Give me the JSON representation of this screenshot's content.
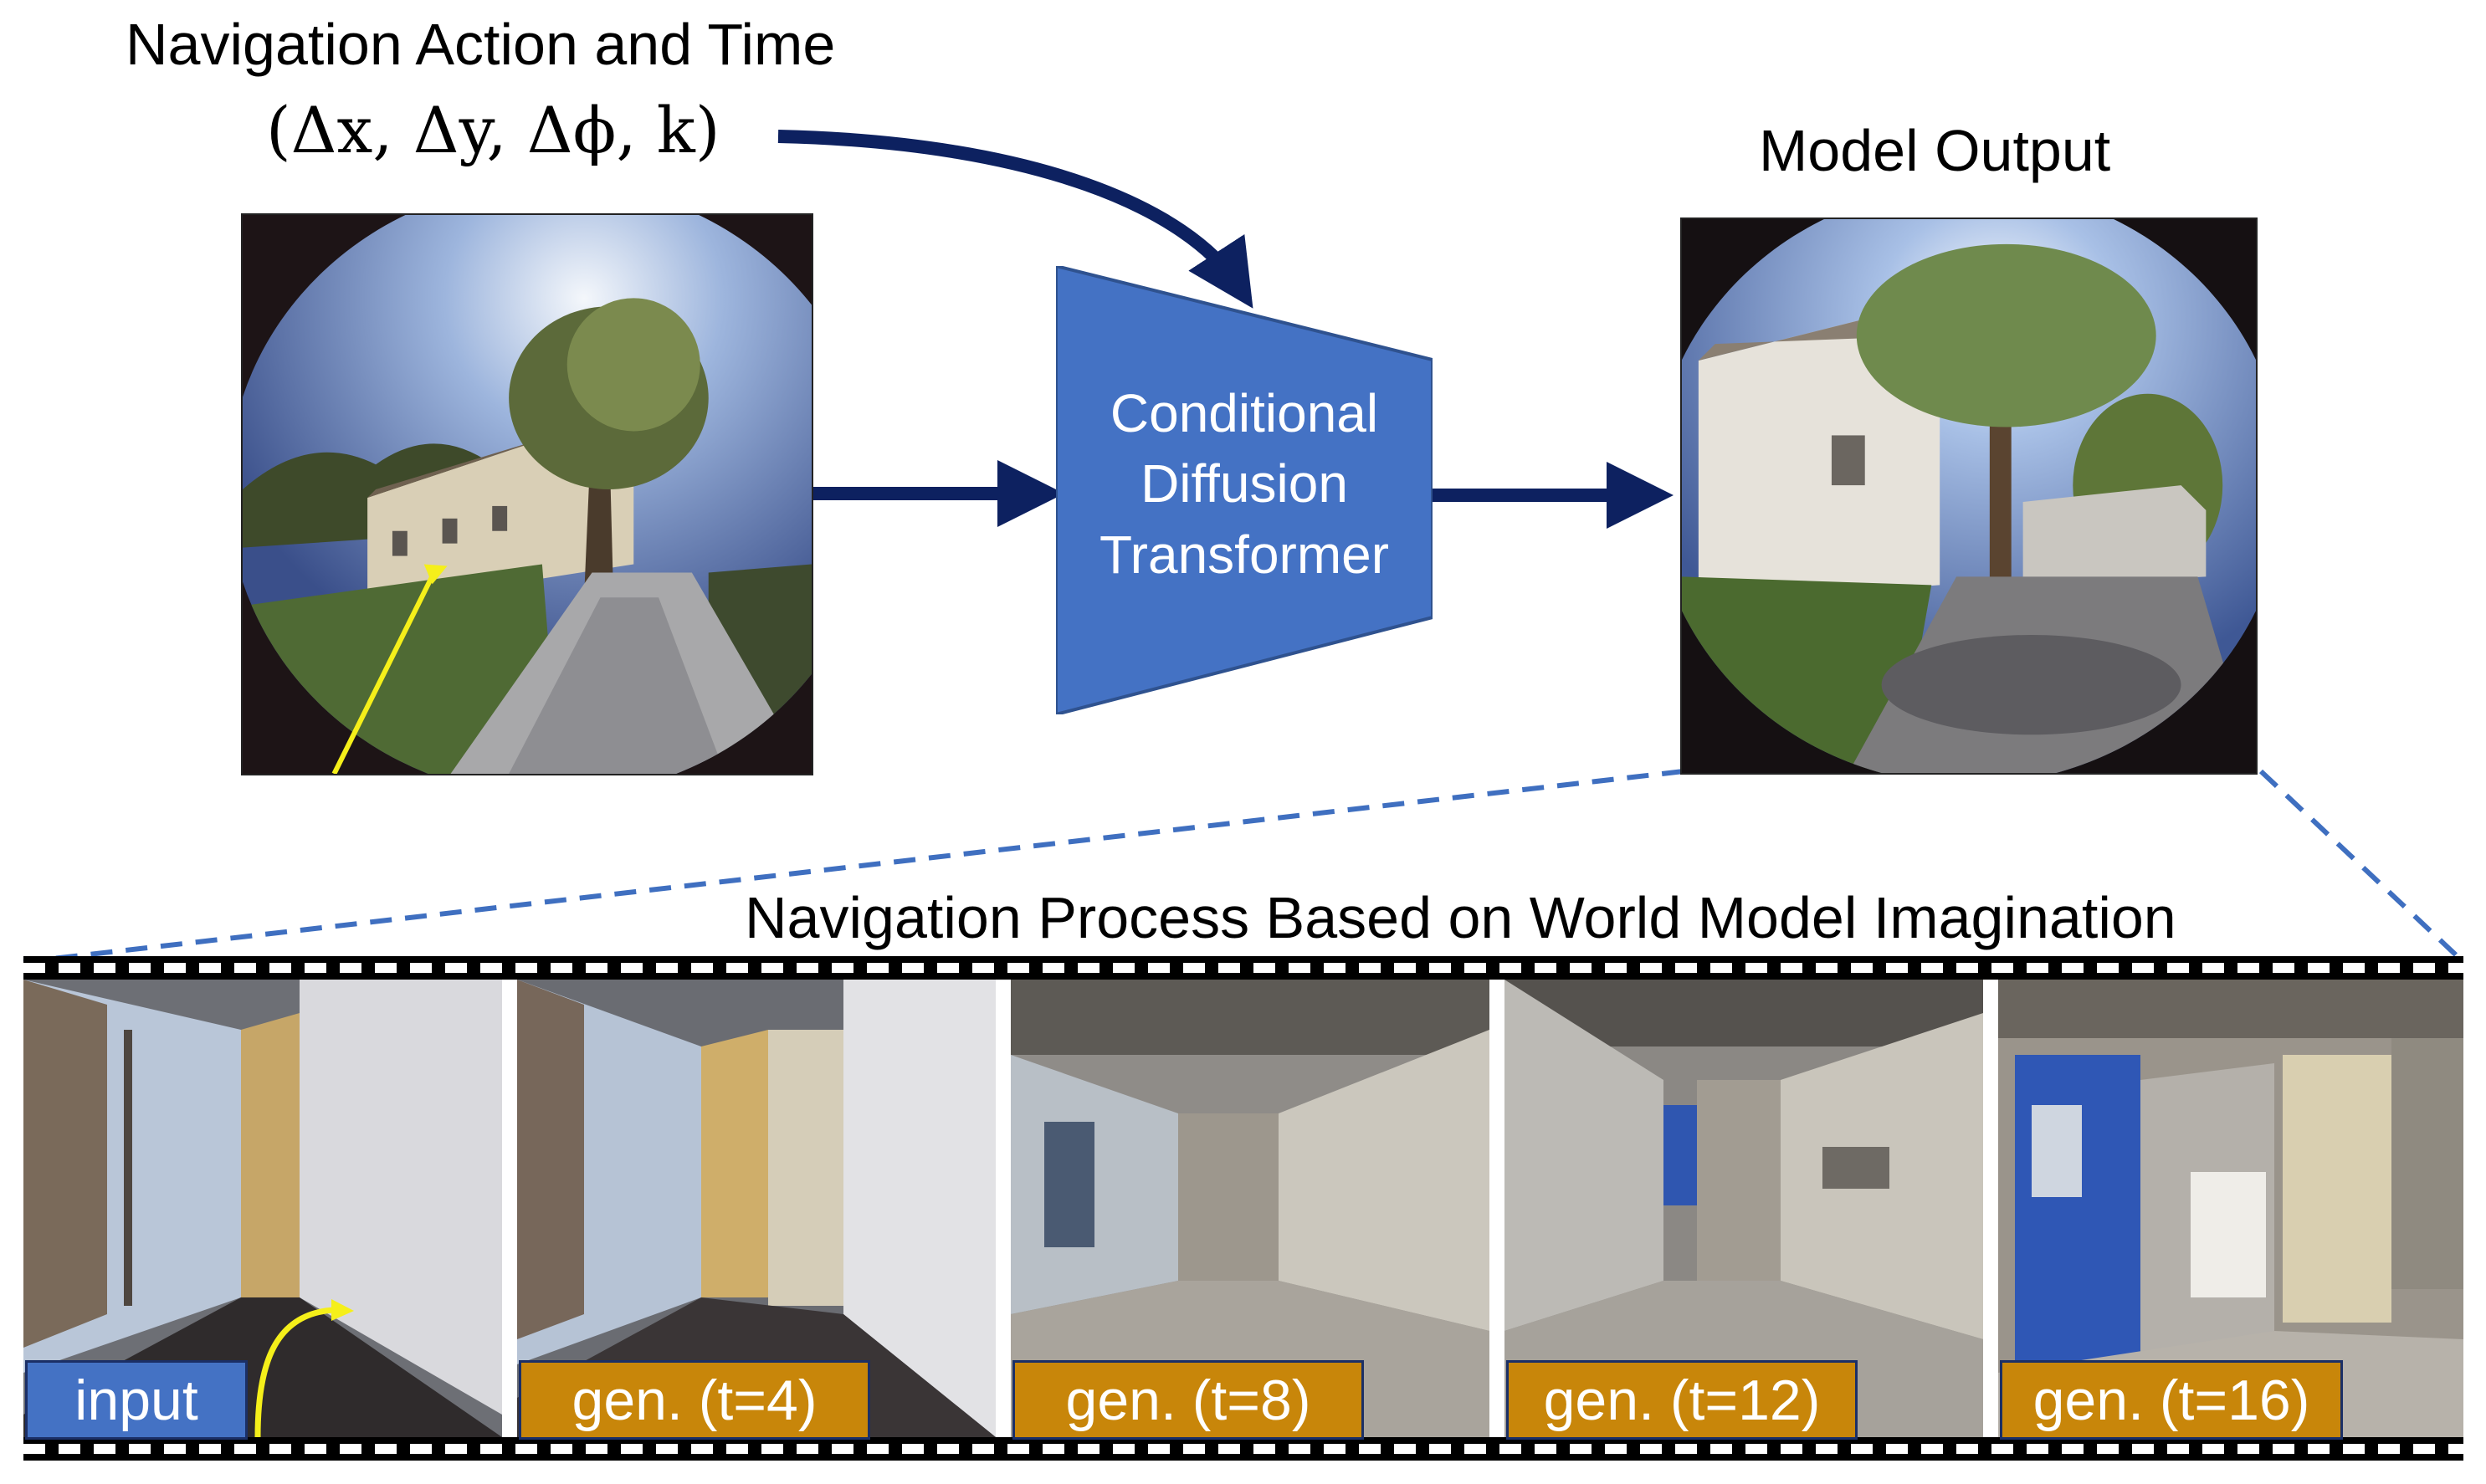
{
  "top": {
    "input_title": "Navigation Action and Time",
    "formula": "(Δx, Δy, Δϕ, k)",
    "output_title": "Model Output"
  },
  "model": {
    "line1": "Conditional",
    "line2": "Diffusion",
    "line3": "Transformer"
  },
  "filmstrip": {
    "title": "Navigation Process Based on World Model Imagination",
    "frames": [
      {
        "label": "input"
      },
      {
        "label": "gen. (t=4)"
      },
      {
        "label": "gen. (t=8)"
      },
      {
        "label": "gen. (t=12)"
      },
      {
        "label": "gen. (t=16)"
      }
    ]
  },
  "colors": {
    "arrow": "#0d2160",
    "model_block": "#4472c4",
    "input_badge": "#4472c4",
    "gen_badge": "#c8860a",
    "trajectory": "#f5ef1a",
    "dashed_zoom": "#3f6fc0"
  }
}
